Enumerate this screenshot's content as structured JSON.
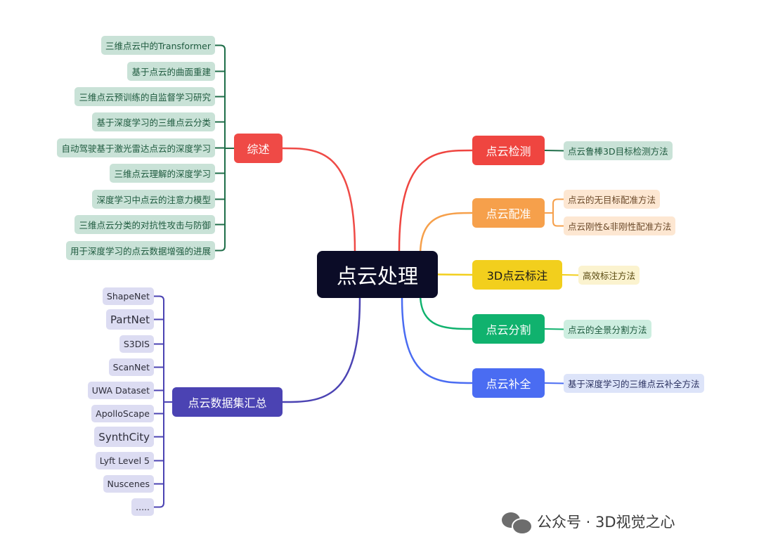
{
  "central": "点云处理",
  "branches": {
    "review": {
      "label": "综述",
      "color": "#ef4a46",
      "leaf_bg": "#c9e2d7",
      "leaf_text": "#1f5b3f",
      "leaf_line": "#1f6e49",
      "items": [
        "三维点云中的Transformer",
        "基于点云的曲面重建",
        "三维点云预训练的自监督学习研究",
        "基于深度学习的三维点云分类",
        "自动驾驶基于激光雷达点云的深度学习",
        "三维点云理解的深度学习",
        "深度学习中点云的注意力模型",
        "三维点云分类的对抗性攻击与防御",
        "用于深度学习的点云数据增强的进展"
      ]
    },
    "datasets": {
      "label": "点云数据集汇总",
      "color": "#4b43b3",
      "leaf_bg": "#dcdcf2",
      "leaf_text": "#2e2e3a",
      "leaf_line": "#4b43b3",
      "items": [
        "ShapeNet",
        "PartNet",
        "S3DIS",
        "ScanNet",
        "UWA Dataset",
        "ApolloScape",
        "SynthCity",
        "Lyft Level 5",
        "Nuscenes",
        "....."
      ]
    },
    "detection": {
      "label": "点云检测",
      "color": "#ef4540",
      "leaf_bg": "#c9e2d7",
      "leaf_text": "#1f5b3f",
      "leaf_line": "#1f6e49",
      "items": [
        "点云鲁棒3D目标检测方法"
      ]
    },
    "registration": {
      "label": "点云配准",
      "color": "#f6a04b",
      "leaf_bg": "#fde7d2",
      "leaf_text": "#6b4a2a",
      "leaf_line": "#f6a04b",
      "items": [
        "点云的无目标配准方法",
        "点云刚性&非刚性配准方法"
      ]
    },
    "annotation": {
      "label": "3D点云标注",
      "color": "#f2cf1d",
      "text_color": "#1a1a1a",
      "leaf_bg": "#fbf3cf",
      "leaf_text": "#5a4a10",
      "leaf_line": "#f2cf1d",
      "items": [
        "高效标注方法"
      ]
    },
    "segmentation": {
      "label": "点云分割",
      "color": "#10b26e",
      "leaf_bg": "#cdeee0",
      "leaf_text": "#1f5b3f",
      "leaf_line": "#10b26e",
      "items": [
        "点云的全景分割方法"
      ]
    },
    "completion": {
      "label": "点云补全",
      "color": "#4a6cf2",
      "leaf_bg": "#dde4f9",
      "leaf_text": "#2a3160",
      "leaf_line": "#4a6cf2",
      "items": [
        "基于深度学习的三维点云补全方法"
      ]
    }
  },
  "watermark": "公众号 · 3D视觉之心"
}
